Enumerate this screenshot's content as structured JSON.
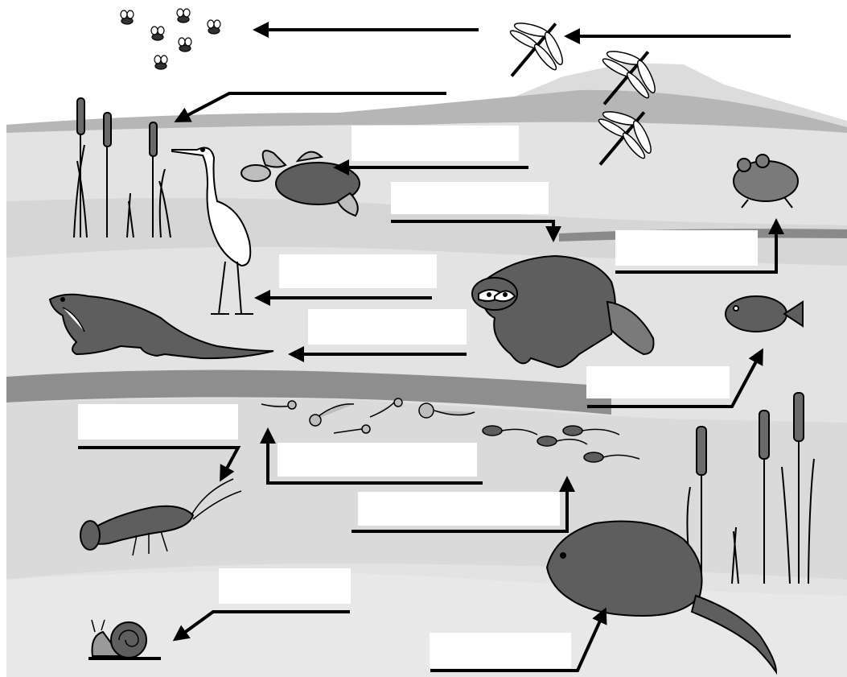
{
  "diagram": {
    "title": "",
    "organisms": [
      {
        "id": "flies",
        "label": ""
      },
      {
        "id": "dragonflies",
        "label": ""
      },
      {
        "id": "cattails",
        "label": ""
      },
      {
        "id": "egret",
        "label": ""
      },
      {
        "id": "turtle",
        "label": ""
      },
      {
        "id": "frog",
        "label": ""
      },
      {
        "id": "otter",
        "label": ""
      },
      {
        "id": "raccoon",
        "label": ""
      },
      {
        "id": "fish",
        "label": ""
      },
      {
        "id": "larvae",
        "label": ""
      },
      {
        "id": "tadpoles",
        "label": ""
      },
      {
        "id": "crayfish",
        "label": ""
      },
      {
        "id": "snail",
        "label": ""
      },
      {
        "id": "muskrat",
        "label": ""
      }
    ],
    "answer_boxes": [
      {
        "id": "box-1",
        "text": ""
      },
      {
        "id": "box-2",
        "text": ""
      },
      {
        "id": "box-3",
        "text": ""
      },
      {
        "id": "box-4",
        "text": ""
      },
      {
        "id": "box-5",
        "text": ""
      },
      {
        "id": "box-6",
        "text": ""
      },
      {
        "id": "box-7",
        "text": ""
      },
      {
        "id": "box-8",
        "text": ""
      },
      {
        "id": "box-9",
        "text": ""
      },
      {
        "id": "box-10",
        "text": ""
      },
      {
        "id": "box-11",
        "text": ""
      },
      {
        "id": "box-12",
        "text": ""
      }
    ],
    "colors": {
      "sky": "#ffffff",
      "hill": "#dcdcdc",
      "ground_light": "#e6e6e6",
      "ground_mid": "#d2d2d2",
      "band_dark": "#9a9a9a",
      "animal_fill": "#5e5e5e",
      "outline": "#000000",
      "box": "#ffffff"
    }
  }
}
